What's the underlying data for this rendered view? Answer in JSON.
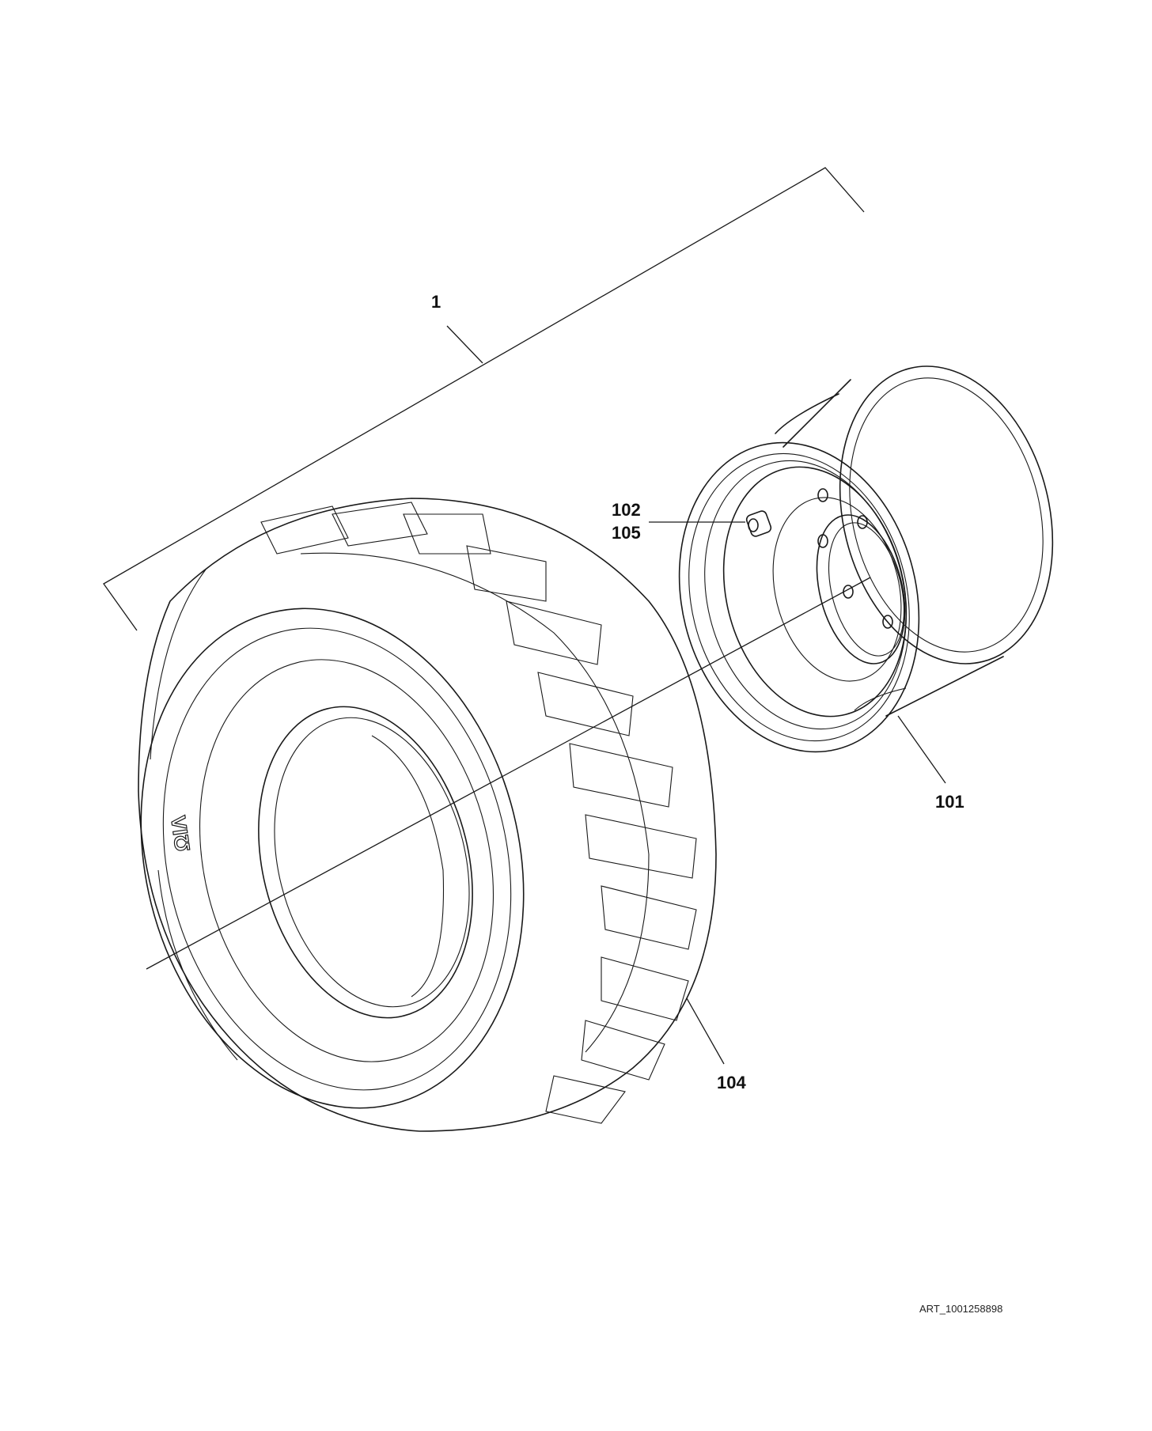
{
  "callouts": {
    "assembly": "1",
    "valve_a": "102",
    "valve_b": "105",
    "rim": "101",
    "tire": "104"
  },
  "sidewall_mark": "ΩΙΛ",
  "art_id": "ART_1001258898",
  "colors": {
    "line": "#1a1a1a",
    "background": "#ffffff"
  }
}
